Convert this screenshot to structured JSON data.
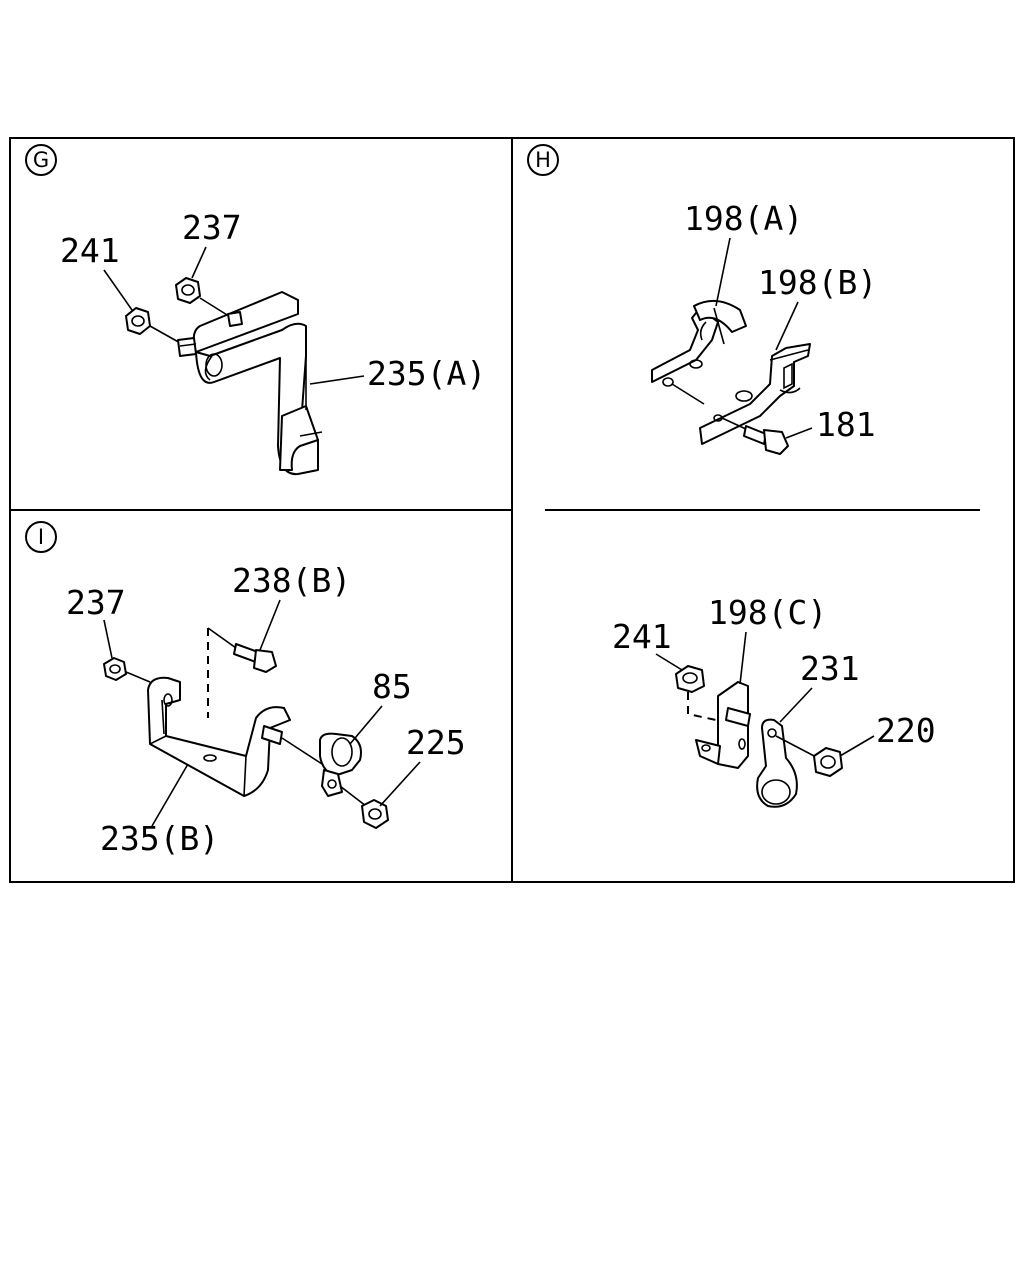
{
  "sections": {
    "g": {
      "badge": "G"
    },
    "h": {
      "badge": "H"
    },
    "i": {
      "badge": "I"
    }
  },
  "callouts": {
    "g_241": "241",
    "g_237": "237",
    "g_235a": "235(A)",
    "h_198a": "198(A)",
    "h_198b": "198(B)",
    "h_181": "181",
    "i_237": "237",
    "i_238b": "238(B)",
    "i_85": "85",
    "i_225": "225",
    "i_235b": "235(B)",
    "h2_241": "241",
    "h2_198c": "198(C)",
    "h2_231": "231",
    "h2_220": "220"
  }
}
